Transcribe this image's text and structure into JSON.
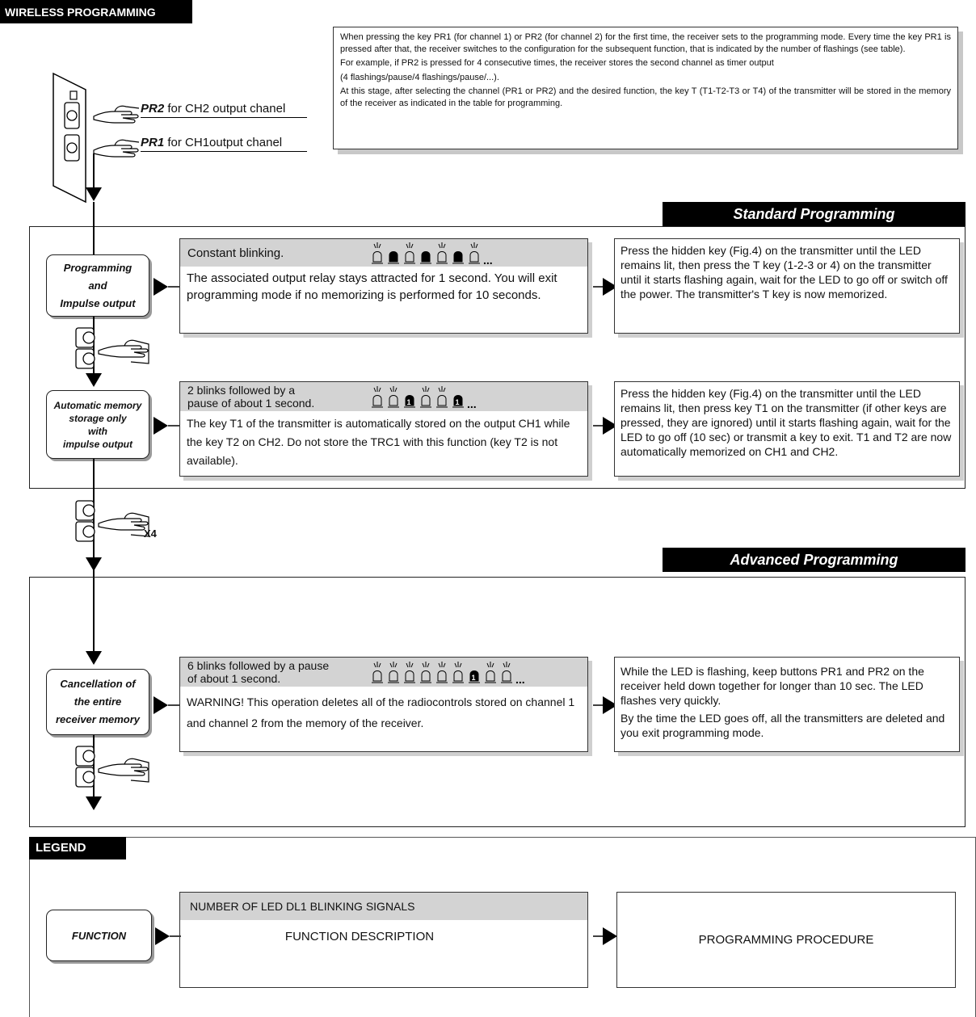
{
  "header": {
    "title": "WIRELESS PROGRAMMING"
  },
  "intro": {
    "p1": "When pressing the key PR1 (for channel 1) or PR2 (for channel 2) for the first time, the receiver sets to the programming mode. Every time the key PR1 is pressed after that, the receiver switches to the configuration for the subsequent function, that is indicated by the number of flashings (see table).",
    "p2": "For example, if PR2 is pressed for 4 consecutive times, the receiver stores the second channel as timer output",
    "p3": "(4 flashings/pause/4 flashings/pause/...).",
    "p4": "At this stage, after selecting the channel (PR1 or PR2) and the desired function, the key T (T1-T2-T3 or T4) of the transmitter will be stored in the memory of the receiver as indicated in the table for programming."
  },
  "device": {
    "pr2_key": "PR2",
    "pr2_text": "for CH2 output chanel",
    "pr1_key": "PR1",
    "pr1_text": "for CH1output chanel",
    "x4": "X4"
  },
  "standard": {
    "label": "Standard  Programming",
    "rows": [
      {
        "function": [
          "Programming",
          "and",
          "Impulse output"
        ],
        "signal": "Constant blinking.",
        "description": "The associated output relay stays attracted for 1 second. You will exit programming mode if no memorizing is performed for 10 seconds.",
        "procedure": "Press the hidden key (Fig.4) on the transmitter until the LED remains lit, then press the T key (1-2-3 or 4) on the transmitter until it starts flashing again, wait for the LED to go off or switch off the power. The transmitter's T key is now memorized."
      },
      {
        "function": [
          "Automatic memory",
          "storage only",
          "with",
          "impulse output"
        ],
        "signal1": "2 blinks followed by a",
        "signal2": "pause of about  1 second.",
        "description": "The key T1 of the transmitter is automatically stored on the output CH1 while the key T2 on CH2. Do not store the TRC1 with this function (key T2 is not available).",
        "procedure": "Press the hidden key (Fig.4) on the transmitter until the LED remains lit, then press key T1 on the transmitter (if other keys are pressed, they are ignored) until it starts flashing again, wait for the LED to go off (10 sec) or transmit a key to exit. T1 and T2 are now automatically memorized on CH1 and CH2."
      }
    ]
  },
  "advanced": {
    "label": "Advanced Programming",
    "row": {
      "function": [
        "Cancellation of",
        "the entire",
        "receiver memory"
      ],
      "signal1": "6 blinks followed by a pause",
      "signal2": "of about 1 second.",
      "description": "WARNING! This operation deletes all of the radiocontrols stored on channel 1 and channel 2 from the memory of the receiver.",
      "procedure1": "While the LED is flashing, keep buttons PR1 and PR2 on the receiver held down together for longer than 10 sec. The LED flashes very quickly.",
      "procedure2": "By the time the LED goes off, all the transmitters are deleted and you exit programming mode."
    }
  },
  "legend": {
    "title": "LEGEND",
    "function": "FUNCTION",
    "signal": "NUMBER OF LED DL1 BLINKING SIGNALS",
    "description": "FUNCTION DESCRIPTION",
    "procedure": "PROGRAMMING PROCEDURE"
  },
  "led_digit": "1",
  "ellipsis": "..."
}
